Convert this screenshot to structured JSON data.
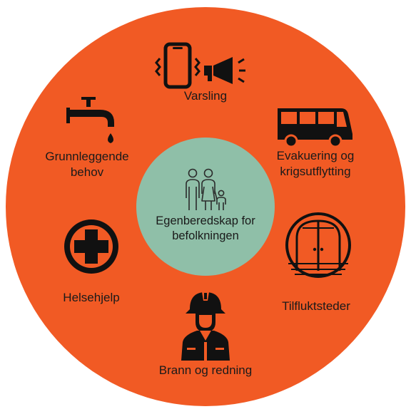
{
  "colors": {
    "ring": "#f15a24",
    "center": "#8fbfa8",
    "icon": "#111111",
    "text": "#1a1a1a"
  },
  "center": {
    "line1": "Egenberedskap for",
    "line2": "befolkningen",
    "icon": "family-icon"
  },
  "segments": [
    {
      "id": "varsling",
      "line1": "Varsling",
      "line2": "",
      "icon": "phone-megaphone-icon"
    },
    {
      "id": "evakuering",
      "line1": "Evakuering og",
      "line2": "krigsutflytting",
      "icon": "bus-icon"
    },
    {
      "id": "tilfluktsteder",
      "line1": "Tilfluktsteder",
      "line2": "",
      "icon": "shelter-door-icon"
    },
    {
      "id": "brann",
      "line1": "Brann og redning",
      "line2": "",
      "icon": "firefighter-icon"
    },
    {
      "id": "helsehjelp",
      "line1": "Helsehjelp",
      "line2": "",
      "icon": "medical-cross-icon"
    },
    {
      "id": "grunnleggende",
      "line1": "Grunnleggende",
      "line2": "behov",
      "icon": "water-tap-icon"
    }
  ]
}
